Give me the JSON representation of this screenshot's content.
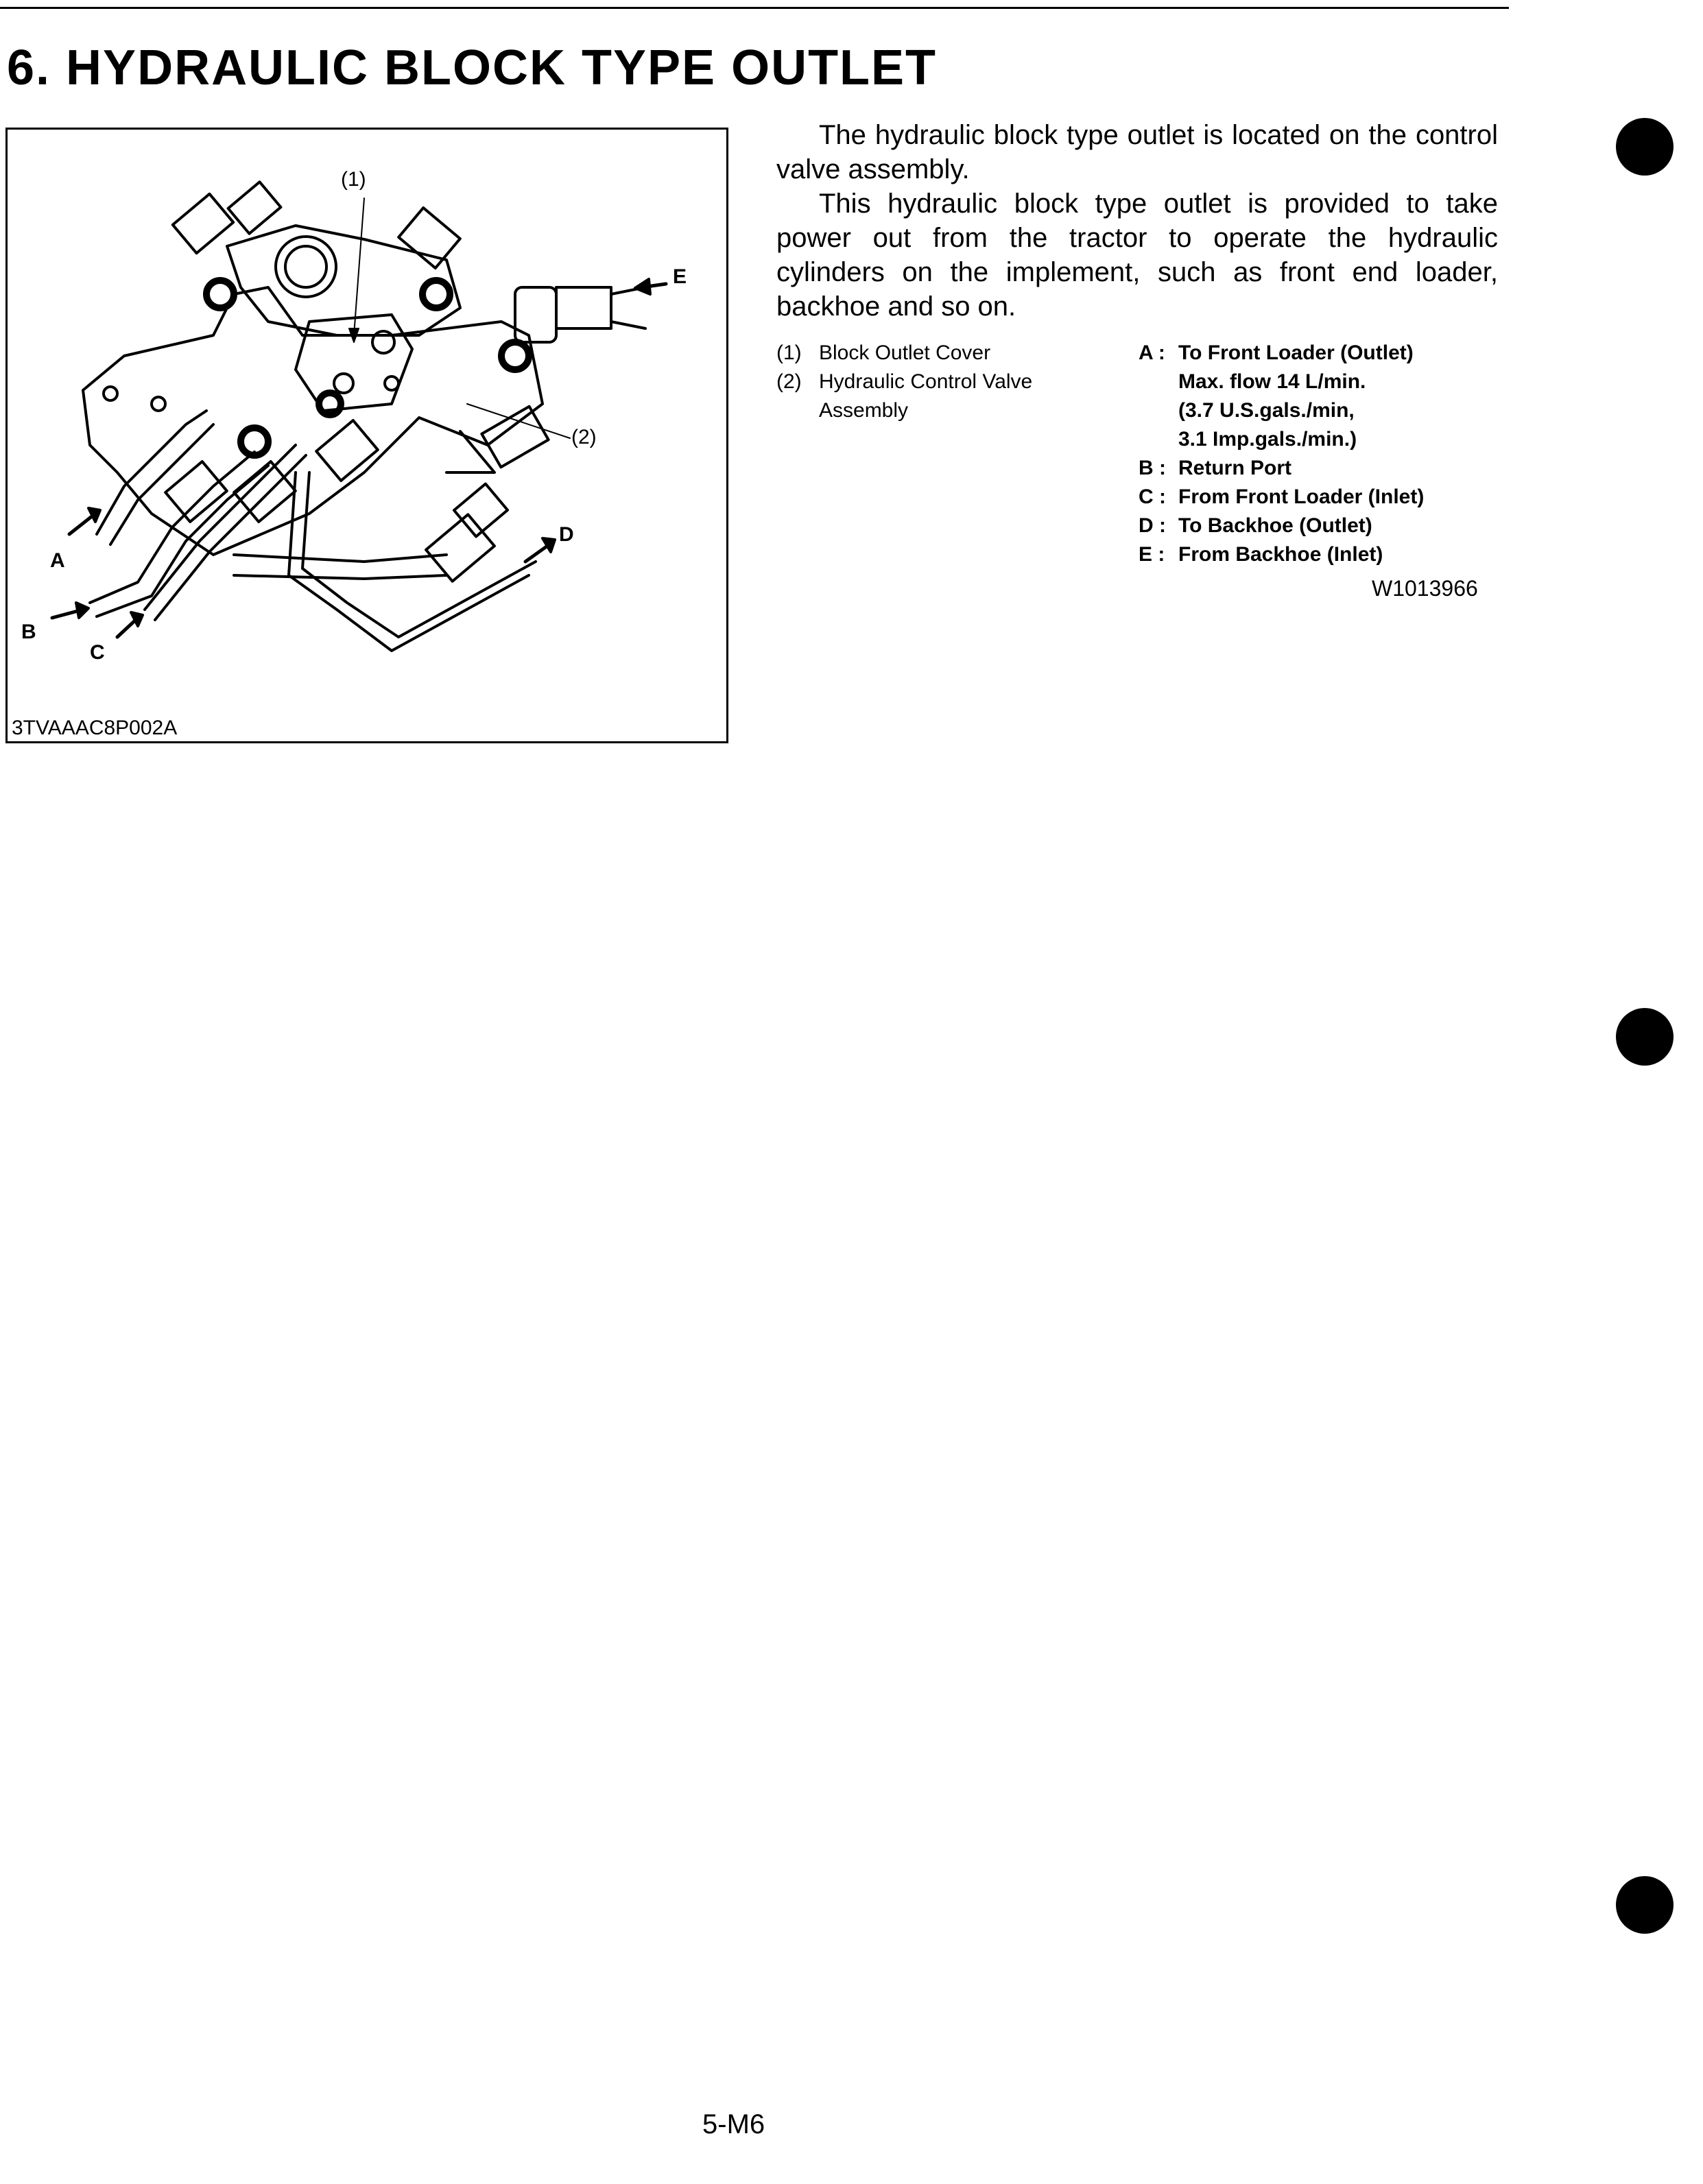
{
  "header": {
    "fragment": ""
  },
  "title": "6. HYDRAULIC BLOCK TYPE OUTLET",
  "figure": {
    "code": "3TVAAAC8P002A",
    "callouts": {
      "c1": "(1)",
      "c2": "(2)",
      "A": "A",
      "B": "B",
      "C": "C",
      "D": "D",
      "E": "E"
    }
  },
  "body": {
    "para1": "The hydraulic block type outlet is located on the control valve assembly.",
    "para2": "This hydraulic block type outlet is provided to take power out from the tractor to operate the hydraulic cylinders on the implement, such as front end loader, backhoe and so on."
  },
  "legend_parts": [
    {
      "num": "(1)",
      "text": "Block Outlet Cover"
    },
    {
      "num": "(2)",
      "text": "Hydraulic Control Valve"
    },
    {
      "num": "",
      "text": "Assembly"
    }
  ],
  "legend_ports": [
    {
      "key": "A :",
      "text": "To Front Loader (Outlet)"
    },
    {
      "key": "",
      "text": "Max. flow 14 L/min."
    },
    {
      "key": "",
      "text": "(3.7 U.S.gals./min,"
    },
    {
      "key": "",
      "text": "3.1 Imp.gals./min.)"
    },
    {
      "key": "B :",
      "text": "Return Port"
    },
    {
      "key": "C :",
      "text": "From Front Loader (Inlet)"
    },
    {
      "key": "D :",
      "text": "To Backhoe (Outlet)"
    },
    {
      "key": "E :",
      "text": "From Backhoe (Inlet)"
    }
  ],
  "doc_code": "W1013966",
  "page_number": "5-M6"
}
